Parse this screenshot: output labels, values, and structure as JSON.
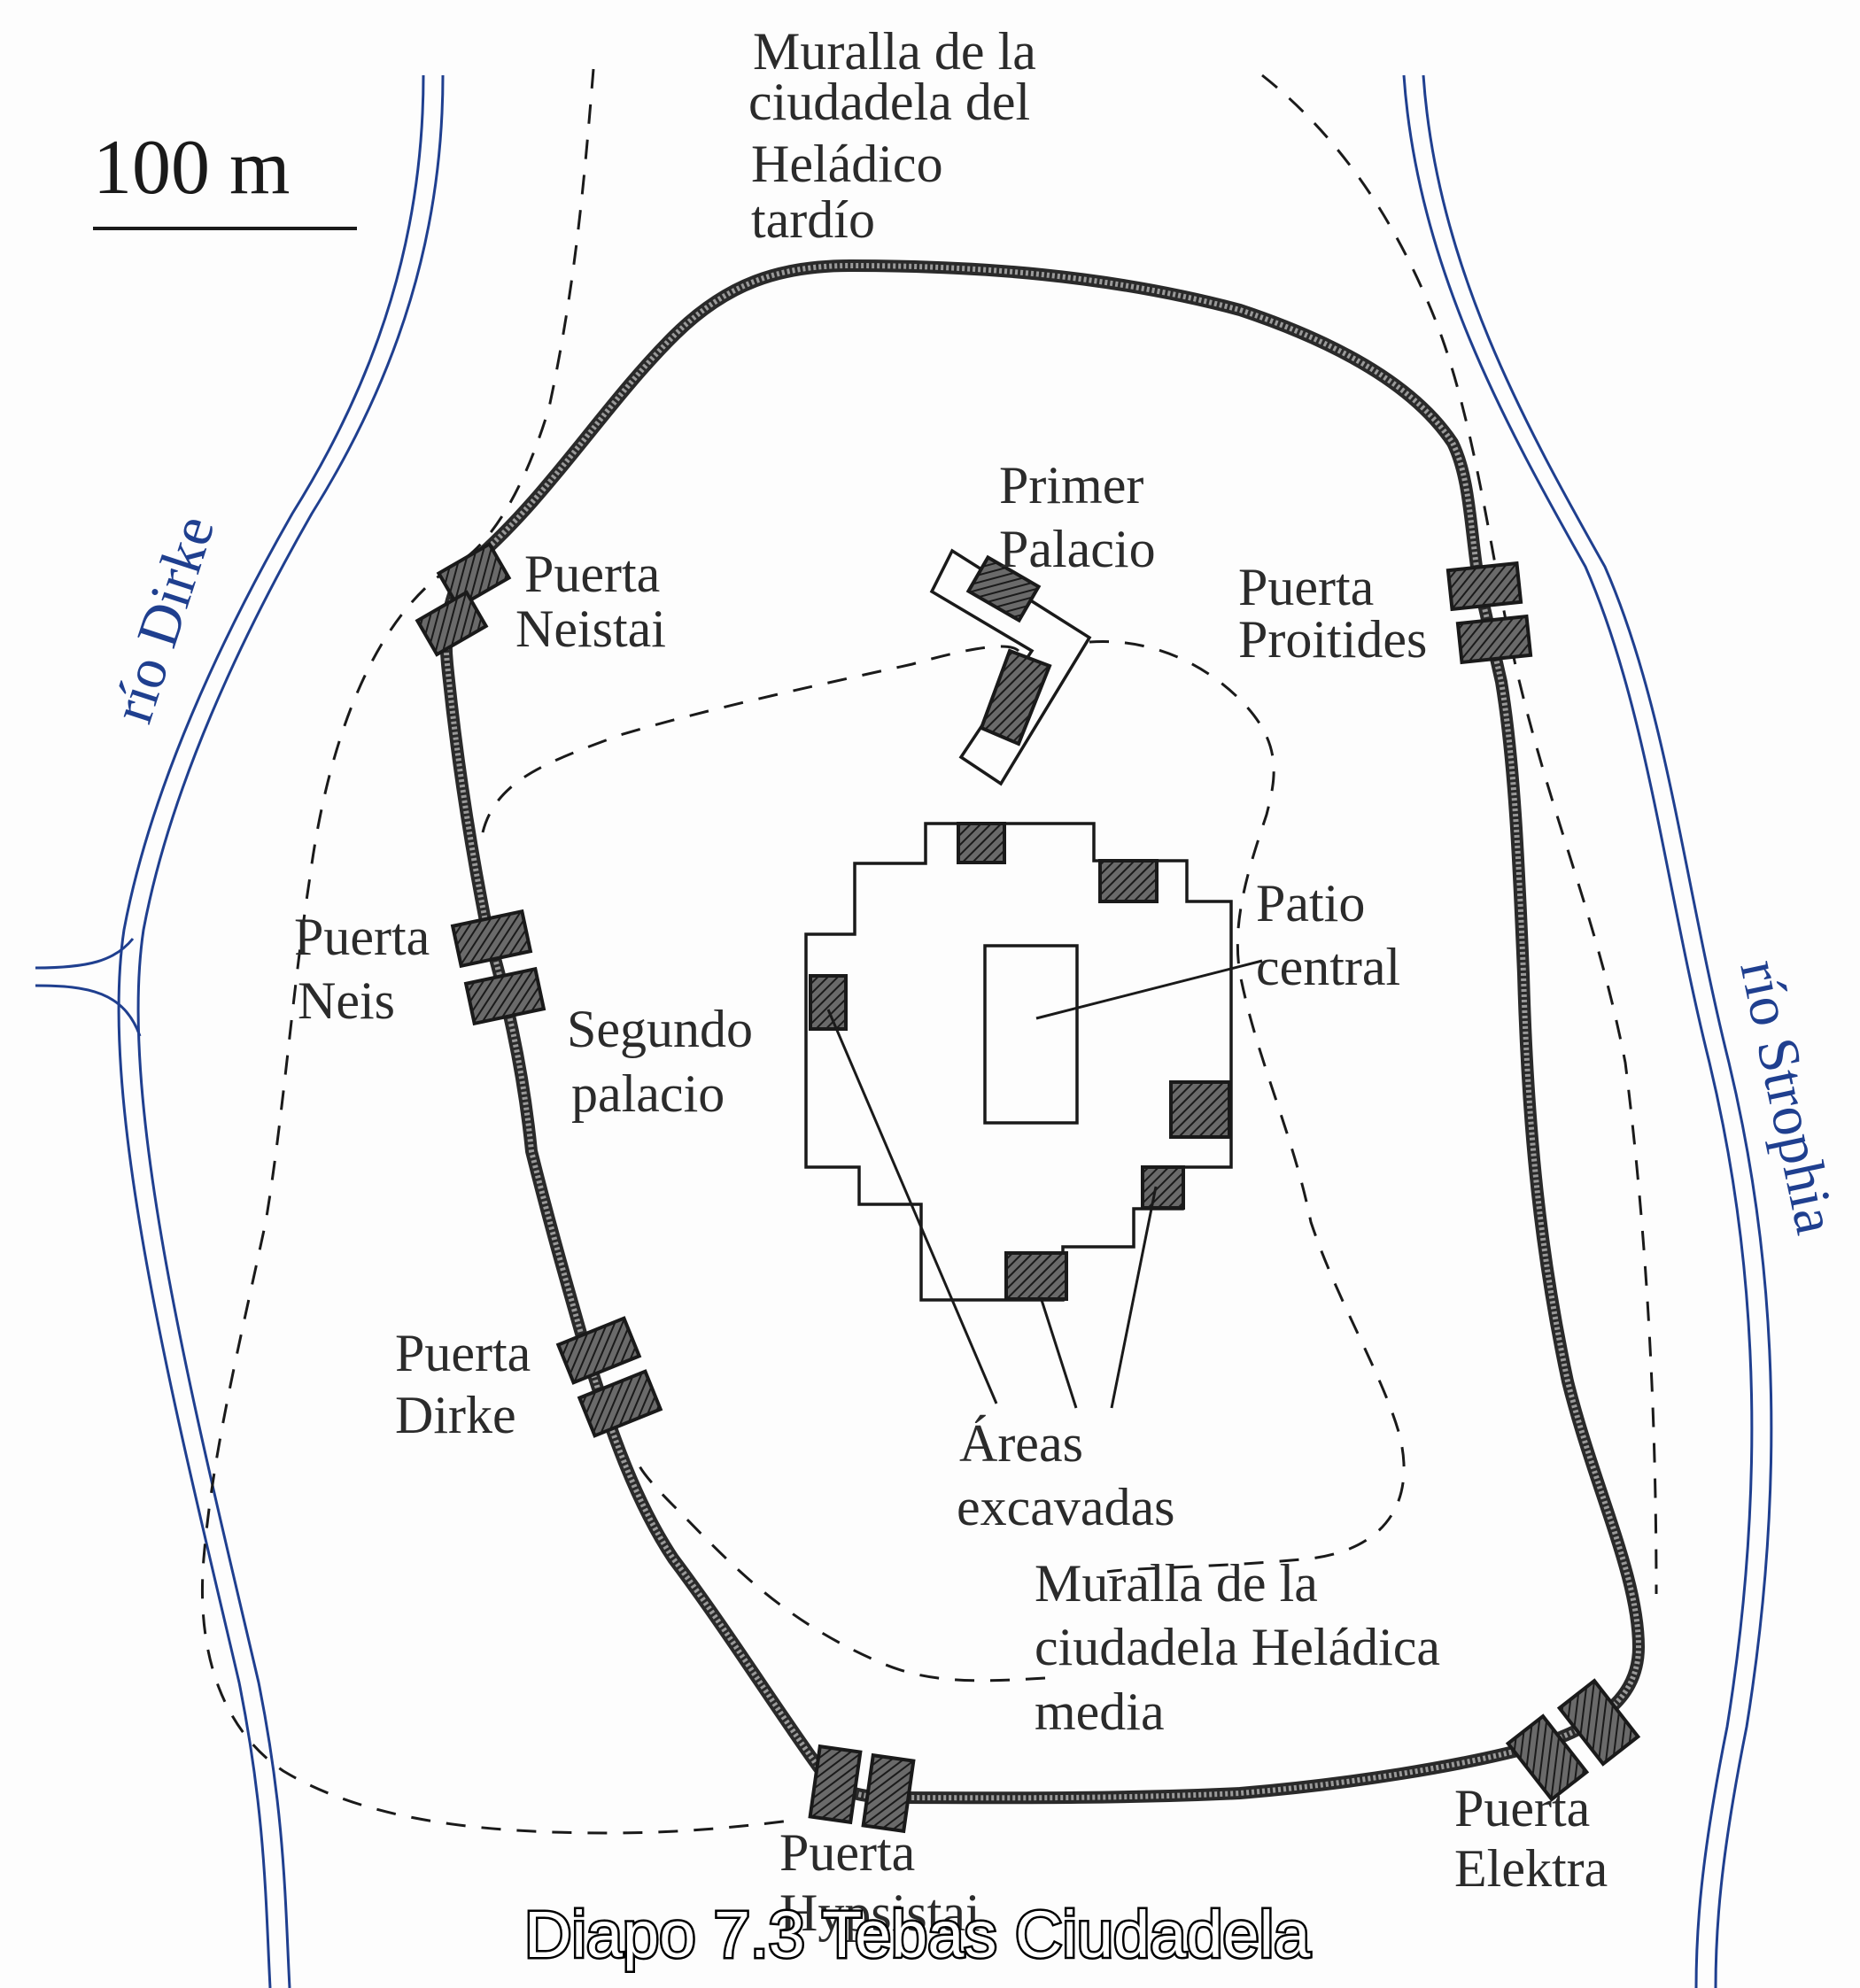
{
  "scale": {
    "label": "100 m"
  },
  "rivers": {
    "dirke": {
      "label": "río Dirke",
      "color": "#1f3f8f"
    },
    "strophia": {
      "label": "río Strophia",
      "color": "#1f3f8f"
    }
  },
  "walls": {
    "late_helladic": {
      "label_lines": [
        "Muralla de la",
        "ciudadela del",
        "Heládico",
        "tardío"
      ]
    },
    "middle_helladic": {
      "label_lines": [
        "Muralla de la",
        "ciudadela Heládica",
        "media"
      ]
    }
  },
  "gates": [
    {
      "lines": [
        "Puerta",
        "Neistai"
      ]
    },
    {
      "lines": [
        "Puerta",
        "Proitides"
      ]
    },
    {
      "lines": [
        "Puerta",
        "Neis"
      ]
    },
    {
      "lines": [
        "Puerta",
        "Dirke"
      ]
    },
    {
      "lines": [
        "Puerta",
        "Elektra"
      ]
    },
    {
      "lines": [
        "Puerta",
        "Hypsistai"
      ]
    }
  ],
  "buildings": {
    "first_palace": {
      "lines": [
        "Primer",
        "Palacio"
      ]
    },
    "second_palace": {
      "lines": [
        "Segundo",
        "palacio"
      ]
    },
    "central_court": {
      "lines": [
        "Patio",
        "central"
      ]
    },
    "excavated_areas": {
      "lines": [
        "Áreas",
        "excavadas"
      ]
    }
  },
  "caption": "Diapo 7.3 Tebas Ciudadela"
}
